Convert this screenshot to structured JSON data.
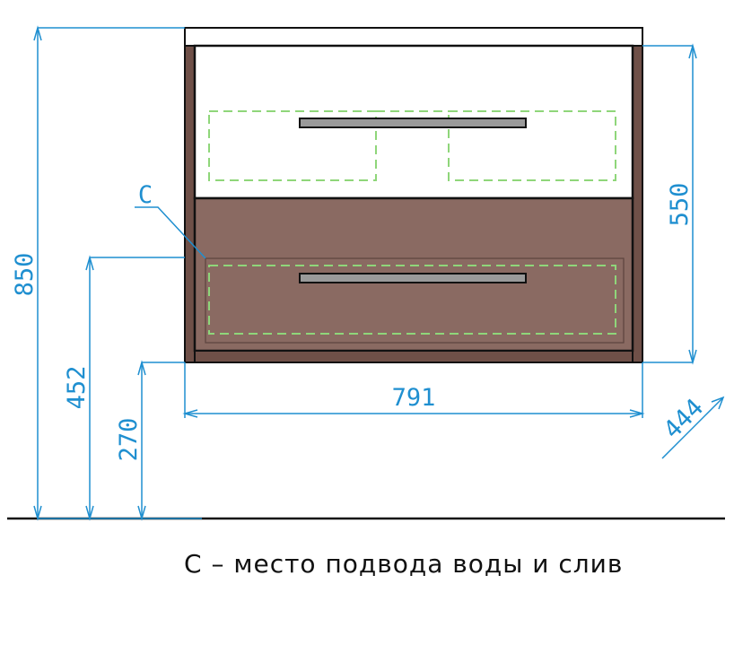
{
  "drawing": {
    "marker_label": "C",
    "dimensions": {
      "total_height": "850",
      "drain_height_top": "452",
      "drain_height_bottom": "270",
      "upper_drawer_height": "550",
      "width": "791",
      "depth": "444"
    }
  },
  "caption": "С – место подвода воды и слив",
  "colors": {
    "dimension_line": "#1f8fd0",
    "cabinet_body": "#8a6a62",
    "cabinet_frame": "#6f5048",
    "white_front": "#ffffff",
    "outline": "#111111",
    "hidden_line": "#8fd67a",
    "handle": "#9a9a9a"
  }
}
